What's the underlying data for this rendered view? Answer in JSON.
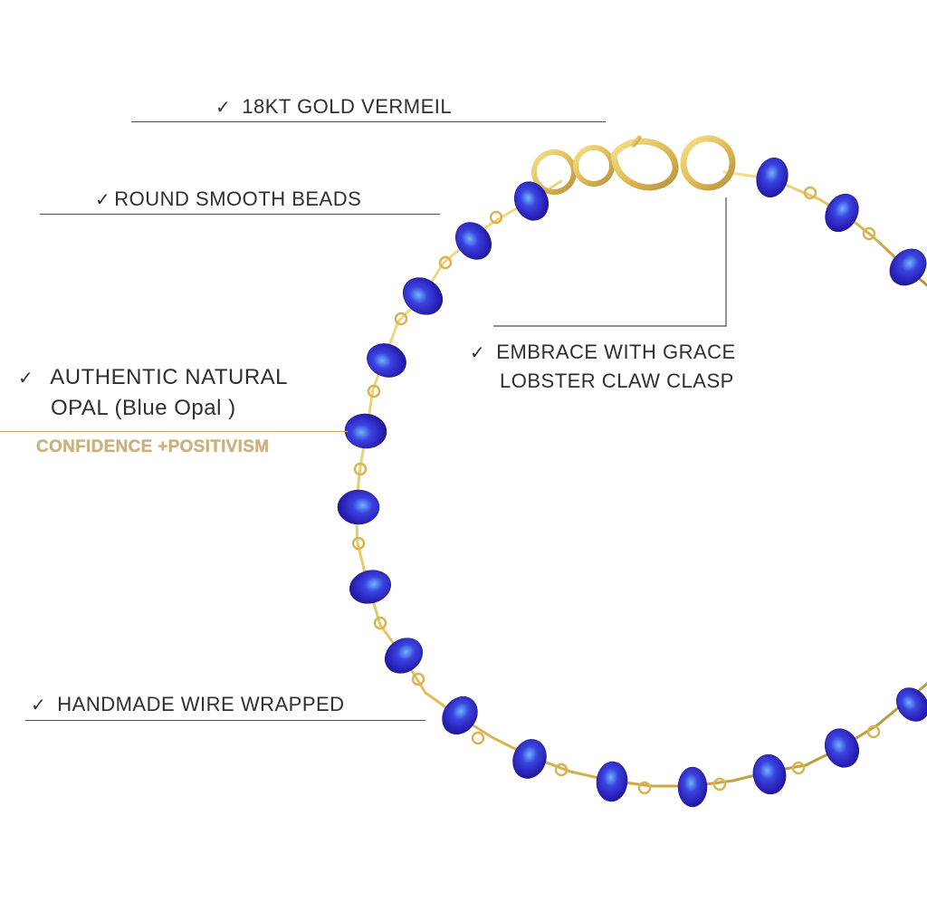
{
  "features": {
    "vermeil": "18KT GOLD VERMEIL",
    "beads": "ROUND SMOOTH BEADS",
    "stone_line1": "AUTHENTIC NATURAL",
    "stone_line2": "OPAL (Blue Opal )",
    "clasp_line1": "EMBRACE WITH GRACE",
    "clasp_line2": "LOBSTER CLAW CLASP",
    "wire": "HANDMADE WIRE WRAPPED"
  },
  "tagline": "CONFIDENCE +POSITIVISM",
  "check_glyph": "✓",
  "colors": {
    "text": "#2f2f2f",
    "tagline": "#c9b27c",
    "gold": "#e2c162",
    "opal": "#2b2fc9",
    "opal_highlight": "#5aa8ff"
  },
  "icons": [
    "check-icon",
    "bracelet-image"
  ]
}
